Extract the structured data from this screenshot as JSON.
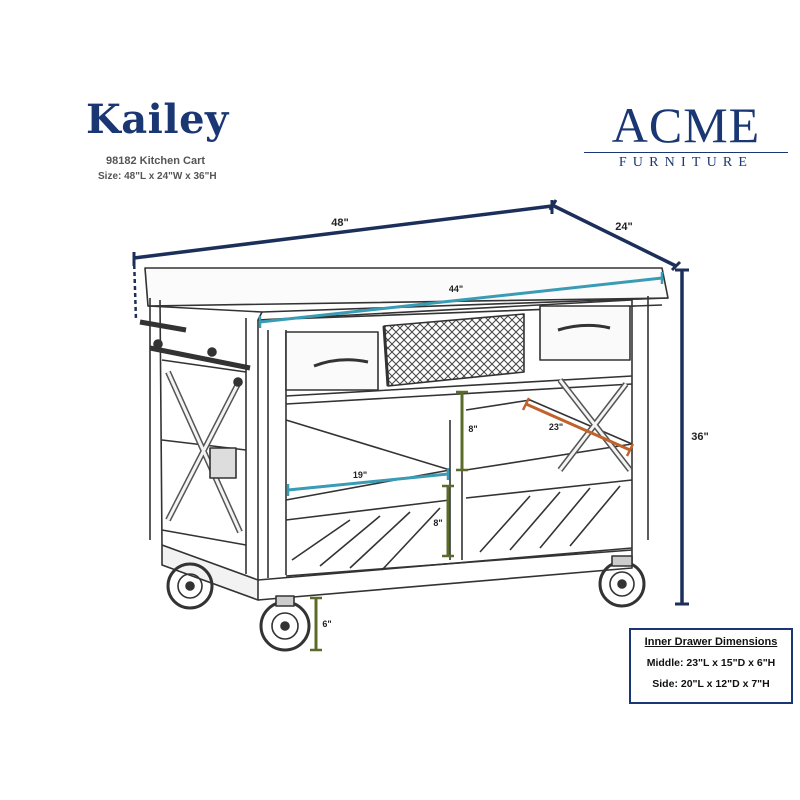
{
  "product": {
    "name": "Kailey",
    "model_line": "98182 Kitchen Cart",
    "size_line": "Size: 48\"L x 24\"W x 36\"H"
  },
  "brand": {
    "name": "ACME",
    "tagline": "FURNITURE"
  },
  "dimensions": {
    "length": "48\"",
    "width": "24\"",
    "height": "36\"",
    "top_inner": "44\"",
    "shelf_width": "19\"",
    "shelf_depth": "23\"",
    "upper_clearance": "8\"",
    "lower_clearance": "8\"",
    "wheel_height": "6\""
  },
  "inner_drawer": {
    "heading": "Inner Drawer Dimensions",
    "middle": "Middle: 23\"L x 15\"D x 6\"H",
    "side": "Side: 20\"L x 12\"D x 7\"H"
  },
  "colors": {
    "brand_blue": "#1a3773",
    "teal": "#3a9bb5",
    "navy": "#1c2e5a",
    "olive": "#5a6b2a",
    "orange": "#c0622a",
    "line": "#333333"
  }
}
